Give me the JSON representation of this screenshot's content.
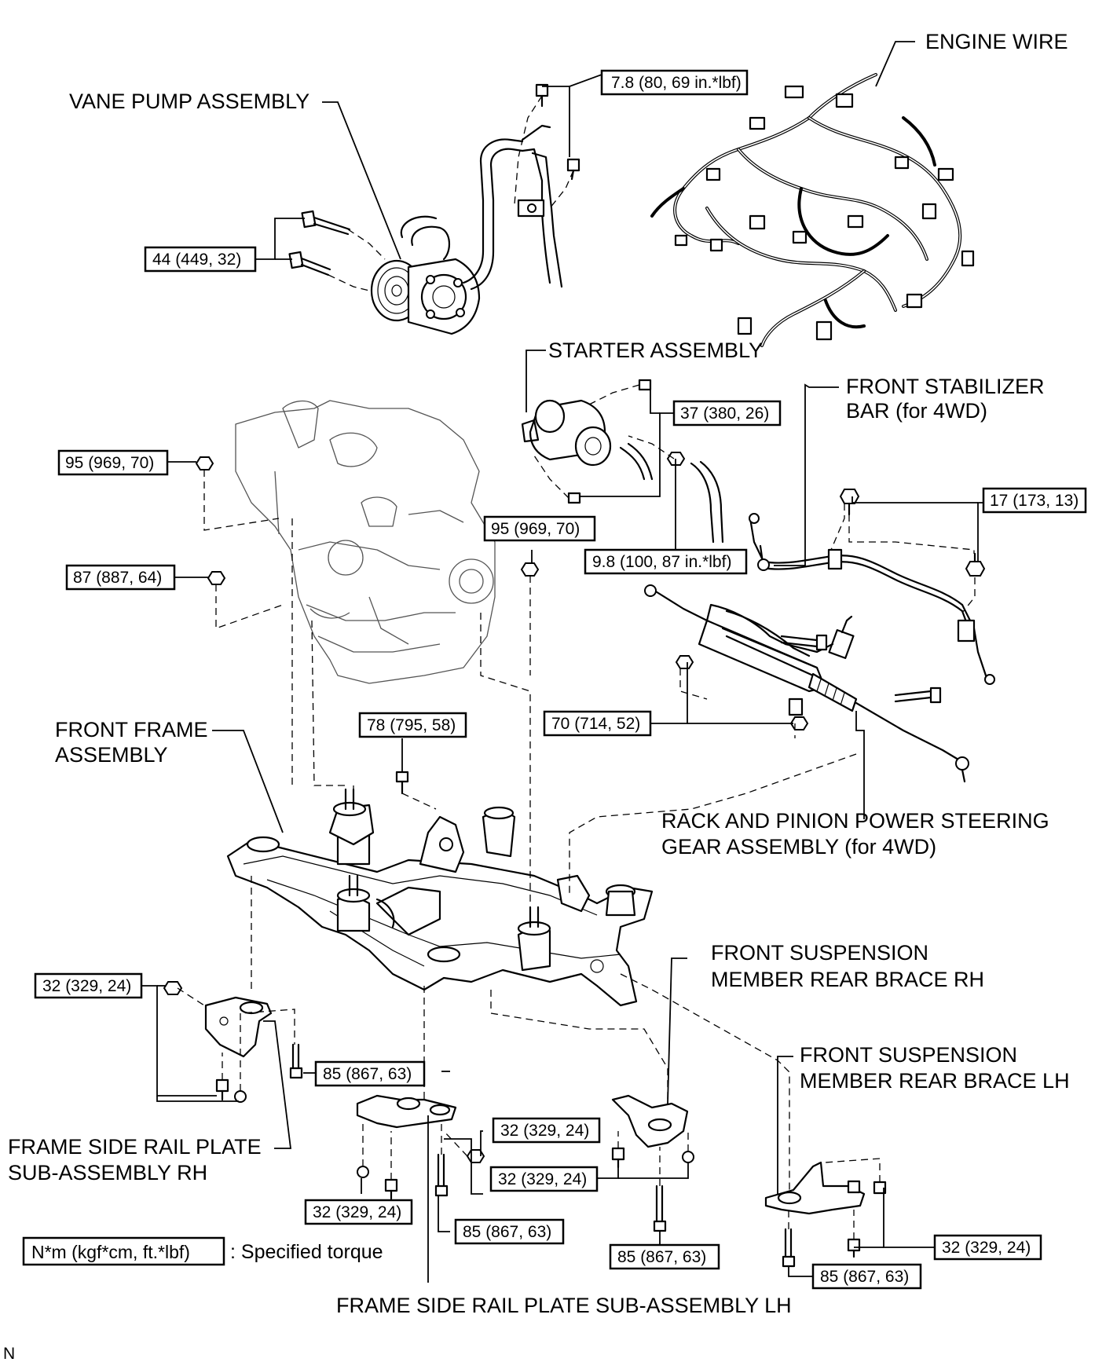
{
  "labels": {
    "engine_wire": "ENGINE WIRE",
    "vane_pump": "VANE PUMP ASSEMBLY",
    "starter": "STARTER ASSEMBLY",
    "front_stabilizer_1": "FRONT STABILIZER",
    "front_stabilizer_2": "BAR (for 4WD)",
    "front_frame_1": "FRONT FRAME",
    "front_frame_2": "ASSEMBLY",
    "rack_pinion_1": "RACK AND PINION POWER STEERING",
    "rack_pinion_2": "GEAR ASSEMBLY (for 4WD)",
    "brace_rh_1": "FRONT SUSPENSION",
    "brace_rh_2": "MEMBER REAR BRACE RH",
    "brace_lh_1": "FRONT SUSPENSION",
    "brace_lh_2": "MEMBER REAR BRACE LH",
    "rail_plate_rh_1": "FRAME SIDE RAIL PLATE",
    "rail_plate_rh_2": "SUB-ASSEMBLY RH",
    "rail_plate_lh": "FRAME SIDE RAIL PLATE SUB-ASSEMBLY LH",
    "corner_mark": "N"
  },
  "torques": {
    "pump_line": "7.8 (80, 69 in.*lbf)",
    "pump_bolts": "44 (449, 32)",
    "starter_bolts": "37 (380, 26)",
    "engine_mount_1": "95 (969, 70)",
    "engine_mount_2": "95 (969, 70)",
    "engine_mount_3": "87 (887, 64)",
    "starter_terminal": "9.8 (100, 87 in.*lbf)",
    "stabilizer": "17 (173, 13)",
    "frame_center": "78 (795, 58)",
    "steering_gear": "70 (714, 52)",
    "rail_rh_1": "32 (329, 24)",
    "rail_rh_2": "85 (867, 63)",
    "rail_lh_1": "32 (329, 24)",
    "rail_lh_2": "32 (329, 24)",
    "rail_lh_3": "85 (867, 63)",
    "brace_rh_1": "32 (329, 24)",
    "brace_rh_2": "85 (867, 63)",
    "brace_lh_1": "32 (329, 24)",
    "brace_lh_2": "85 (867, 63)"
  },
  "legend": {
    "unit_box": "N*m (kgf*cm, ft.*lbf)",
    "text": ": Specified torque"
  }
}
